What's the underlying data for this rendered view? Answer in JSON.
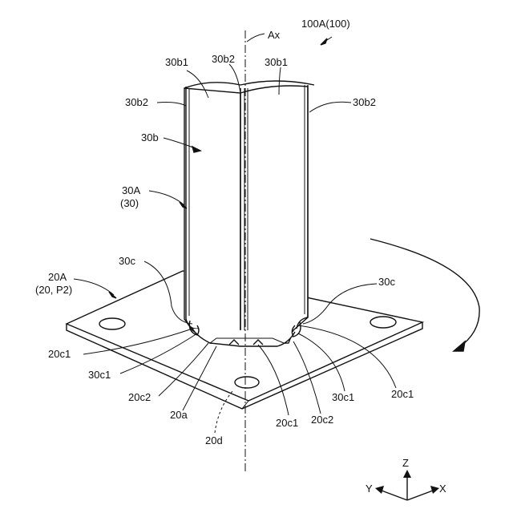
{
  "figure_id": "100A(100)",
  "axis_label": "Ax",
  "column": {
    "label_30b1_left": "30b1",
    "label_30b2_top": "30b2",
    "label_30b1_right": "30b1",
    "label_30b2_left": "30b2",
    "label_30b2_right": "30b2",
    "label_30b": "30b",
    "label_30A": "30A",
    "label_30A_sub": "(30)",
    "label_30c_left": "30c",
    "label_30c_right": "30c"
  },
  "plate": {
    "label_20A": "20A",
    "label_20A_sub": "(20, P2)",
    "label_20c1_left": "20c1",
    "label_30c1_left": "30c1",
    "label_20c2_left": "20c2",
    "label_20a": "20a",
    "label_20d": "20d",
    "label_20c1_bottom": "20c1",
    "label_20c2_right": "20c2",
    "label_30c1_right": "30c1",
    "label_20c1_right": "20c1"
  },
  "coordinate_axes": {
    "z": "Z",
    "y": "Y",
    "x": "X"
  }
}
